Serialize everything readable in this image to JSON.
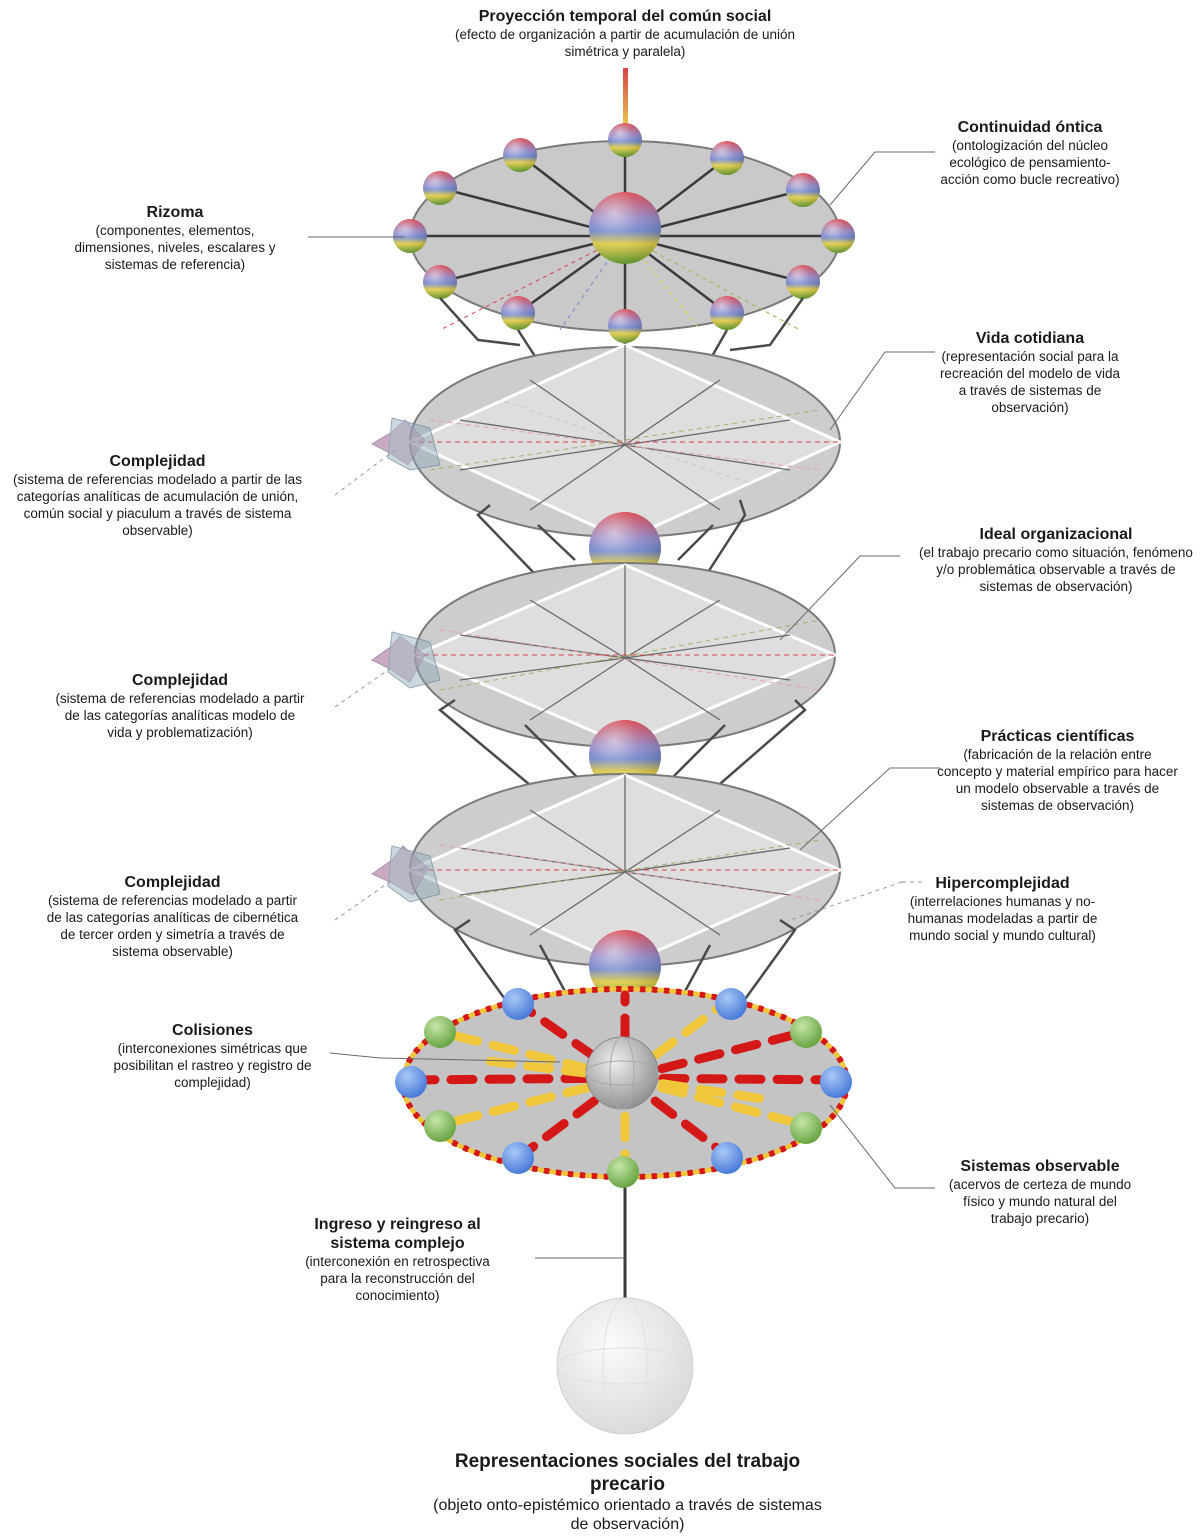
{
  "colors": {
    "disc_fill": "#c9c9c9",
    "disc_stroke": "#7a7a7a",
    "rod": "#3a3a3a",
    "sphere_top": "#d9414a",
    "sphere_mid": "#6f86c9",
    "sphere_low": "#e8d24a",
    "sphere_bottom": "#6fae3c",
    "node_blue": "#4f86e0",
    "node_green": "#74b04f",
    "dash_red": "#d41717",
    "dash_yellow": "#f0c63a"
  },
  "labels": {
    "proyeccion": {
      "title": "Proyección temporal del común social",
      "desc": "(efecto de organización a partir de acumulación de unión simétrica y paralela)"
    },
    "continuidad": {
      "title": "Continuidad óntica",
      "desc": "(ontologización del núcleo ecológico de pensamiento-acción como bucle recreativo)"
    },
    "rizoma": {
      "title": "Rizoma",
      "desc": "(componentes, elementos, dimensiones, niveles, escalares y sistemas de referencia)"
    },
    "vida": {
      "title": "Vida cotidiana",
      "desc": "(representación social para la recreación del modelo de vida a través de sistemas de observación)"
    },
    "complejidad1": {
      "title": "Complejidad",
      "desc": "(sistema de referencias modelado a partir de las categorías analíticas de acumulación de unión, común social y piaculum a través de sistema observable)"
    },
    "ideal": {
      "title": "Ideal organizacional",
      "desc": "(el trabajo precario como situación, fenómeno y/o problemática observable a través de sistemas de observación)"
    },
    "complejidad2": {
      "title": "Complejidad",
      "desc": "(sistema de referencias modelado a partir de las categorías analíticas modelo de vida y problematización)"
    },
    "practicas": {
      "title": "Prácticas científicas",
      "desc": "(fabricación de la relación entre concepto y material empírico para hacer un modelo observable a través de sistemas de observación)"
    },
    "complejidad3": {
      "title": "Complejidad",
      "desc": "(sistema de referencias modelado a partir de las categorías analíticas de cibernética de tercer orden y simetría a través de sistema observable)"
    },
    "hiper": {
      "title": "Hipercomplejidad",
      "desc": "(interrelaciones humanas y no-humanas modeladas a partir de mundo social y mundo cultural)"
    },
    "colisiones": {
      "title": "Colisiones",
      "desc": "(interconexiones simétricas que posibilitan el rastreo y registro de complejidad)"
    },
    "sistemas": {
      "title": "Sistemas observable",
      "desc": "(acervos de certeza de mundo físico y mundo natural del trabajo precario)"
    },
    "ingreso": {
      "title": "Ingreso y reingreso al sistema complejo",
      "desc": "(interconexión en retrospectiva para la reconstrucción del conocimiento)"
    },
    "representaciones": {
      "title": "Representaciones sociales del trabajo precario",
      "desc": "(objeto onto-epistémico orientado a través de sistemas de observación)"
    }
  }
}
